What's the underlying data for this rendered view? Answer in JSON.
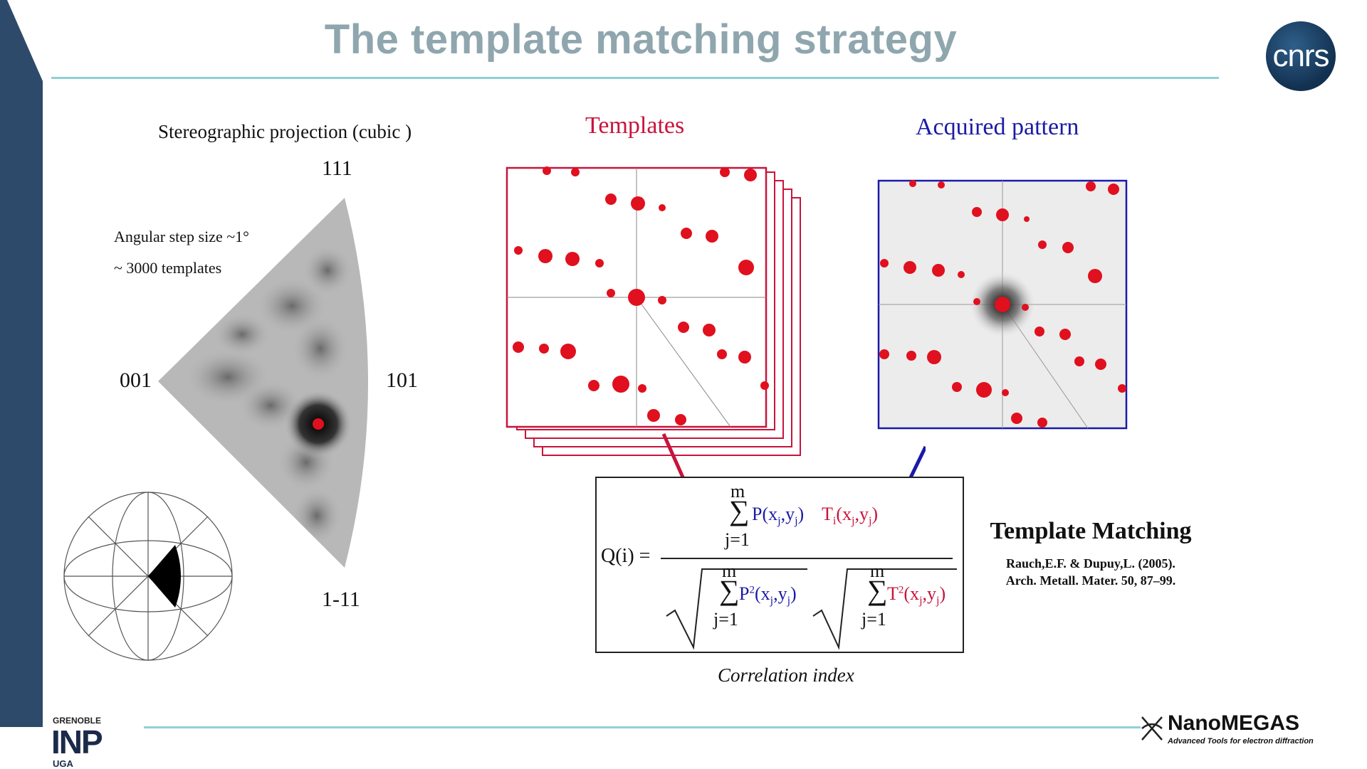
{
  "slide": {
    "title": "The template matching strategy",
    "logo_cnrs": "cnrs"
  },
  "stereo": {
    "caption": "Stereographic projection (cubic )",
    "pole_111": "111",
    "pole_001": "001",
    "pole_101": "101",
    "pole_1m11": "1-11",
    "step_label": "Angular step size ~1°",
    "templates_count": "~ 3000 templates"
  },
  "templates": {
    "label": "Templates"
  },
  "acquired": {
    "label": "Acquired pattern"
  },
  "formula": {
    "lhs": "Q(i) =",
    "sum_top": "m",
    "sum_bottom": "j=1",
    "num_P": "P(x",
    "num_T": "T",
    "den_P": "P",
    "den_T": "T",
    "sub_j": "j",
    "sub_i": "i",
    "sup_2": "2",
    "comma_y": ",y",
    "close": ")",
    "sigma": "∑"
  },
  "correlation_caption": "Correlation index",
  "template_matching": {
    "title": "Template Matching",
    "ref_line1": "Rauch,E.F. & Dupuy,L. (2005).",
    "ref_line2": "Arch. Metall. Mater. 50, 87–99."
  },
  "footer": {
    "grenoble": "GRENOBLE",
    "inp": "INP",
    "uga": "UGA",
    "nanomegas": "NanoMEGAS",
    "nanomegas_tag": "Advanced Tools for electron diffraction"
  },
  "colors": {
    "left_bar": "#2e4a6b",
    "title": "#8fa6ae",
    "rule": "#8fd0d8",
    "templates_red": "#c8143c",
    "acquired_blue": "#1a1aa8",
    "spot_red": "#e0101e",
    "cnrs_blue": "#1e4468"
  }
}
